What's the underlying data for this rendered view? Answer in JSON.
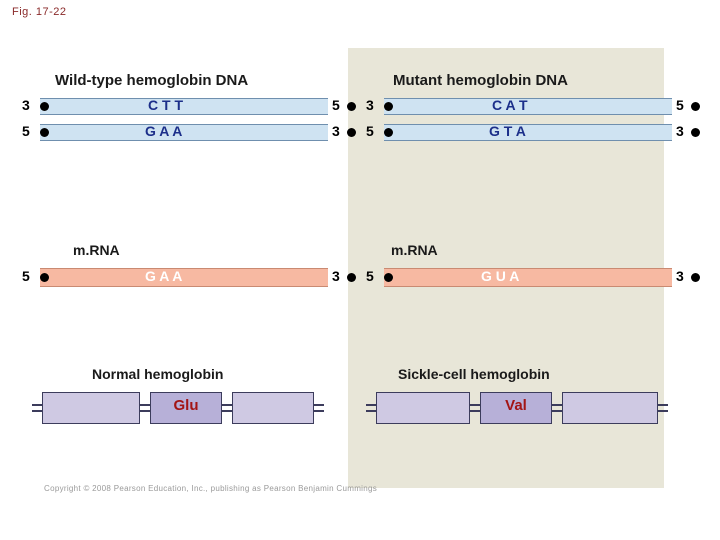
{
  "figure": {
    "label": "Fig. 17-22",
    "copyright": "Copyright © 2008 Pearson Education, Inc., publishing as Pearson Benjamin Cummings"
  },
  "wild_type": {
    "title": "Wild-type hemoglobin DNA",
    "dna": {
      "top_strand": {
        "left_end": "3",
        "right_end": "5",
        "bases": "C  T  T"
      },
      "bottom_strand": {
        "left_end": "5",
        "right_end": "3",
        "bases": "G  A  A"
      }
    },
    "mrna": {
      "title": "m.RNA",
      "left_end": "5",
      "right_end": "3",
      "bases": "G  A  A"
    },
    "protein": {
      "title": "Normal hemoglobin",
      "highlight_label": "Glu"
    }
  },
  "mutant": {
    "title": "Mutant hemoglobin DNA",
    "dna": {
      "top_strand": {
        "left_end": "3",
        "right_end": "5",
        "bases": "C  A  T"
      },
      "bottom_strand": {
        "left_end": "5",
        "right_end": "3",
        "bases": "G  T  A"
      }
    },
    "mrna": {
      "title": "m.RNA",
      "left_end": "5",
      "right_end": "3",
      "bases": "G  U  A"
    },
    "protein": {
      "title": "Sickle-cell hemoglobin",
      "highlight_label": "Val"
    }
  },
  "colors": {
    "dna_bar": "#cfe3f2",
    "rna_bar": "#f7b9a2",
    "panel_bg": "#e8e6d8",
    "base_text": "#1c2f8a",
    "protein_box": "#cfc9e3",
    "protein_label": "#a31515"
  }
}
